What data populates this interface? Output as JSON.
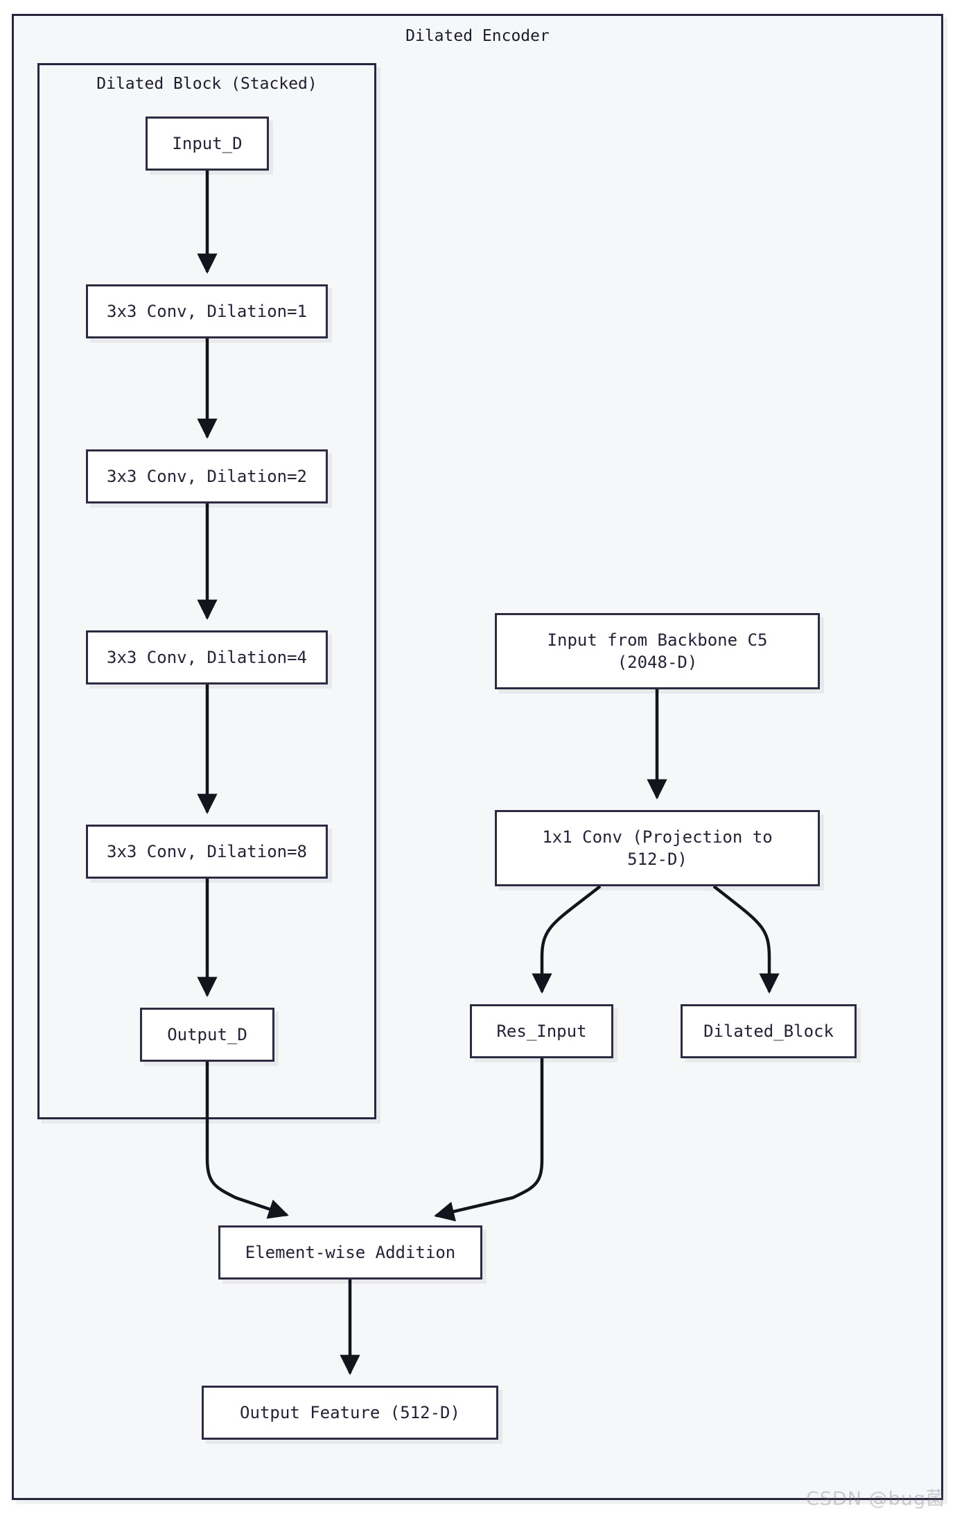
{
  "diagram": {
    "title": "Dilated Encoder",
    "subgraph_title": "Dilated Block (Stacked)",
    "watermark": "CSDN @bug菌",
    "colors": {
      "node_border": "#2b2b45",
      "node_fill": "#ffffff",
      "cluster_fill": "#f6f7f9",
      "cluster_border": "#262640",
      "edge": "#1f1f28",
      "text": "#22223b"
    },
    "nodes": [
      {
        "id": "Input_D",
        "label": "Input_D"
      },
      {
        "id": "Conv1",
        "label": "3x3 Conv, Dilation=1"
      },
      {
        "id": "Conv2",
        "label": "3x3 Conv, Dilation=2"
      },
      {
        "id": "Conv4",
        "label": "3x3 Conv, Dilation=4"
      },
      {
        "id": "Conv8",
        "label": "3x3 Conv, Dilation=8"
      },
      {
        "id": "Output_D",
        "label": "Output_D"
      },
      {
        "id": "Backbone",
        "label": "Input from Backbone C5\n(2048-D)"
      },
      {
        "id": "Projection",
        "label": "1x1 Conv  (Projection to\n512-D)"
      },
      {
        "id": "Res_Input",
        "label": "Res_Input"
      },
      {
        "id": "Dilated_Block",
        "label": "Dilated_Block"
      },
      {
        "id": "Addition",
        "label": "Element-wise Addition"
      },
      {
        "id": "Output",
        "label": "Output Feature  (512-D)"
      }
    ],
    "edges": [
      {
        "from": "Input_D",
        "to": "Conv1"
      },
      {
        "from": "Conv1",
        "to": "Conv2"
      },
      {
        "from": "Conv2",
        "to": "Conv4"
      },
      {
        "from": "Conv4",
        "to": "Conv8"
      },
      {
        "from": "Conv8",
        "to": "Output_D"
      },
      {
        "from": "Backbone",
        "to": "Projection"
      },
      {
        "from": "Projection",
        "to": "Res_Input"
      },
      {
        "from": "Projection",
        "to": "Dilated_Block"
      },
      {
        "from": "Output_D",
        "to": "Addition"
      },
      {
        "from": "Res_Input",
        "to": "Addition"
      },
      {
        "from": "Addition",
        "to": "Output"
      }
    ]
  }
}
